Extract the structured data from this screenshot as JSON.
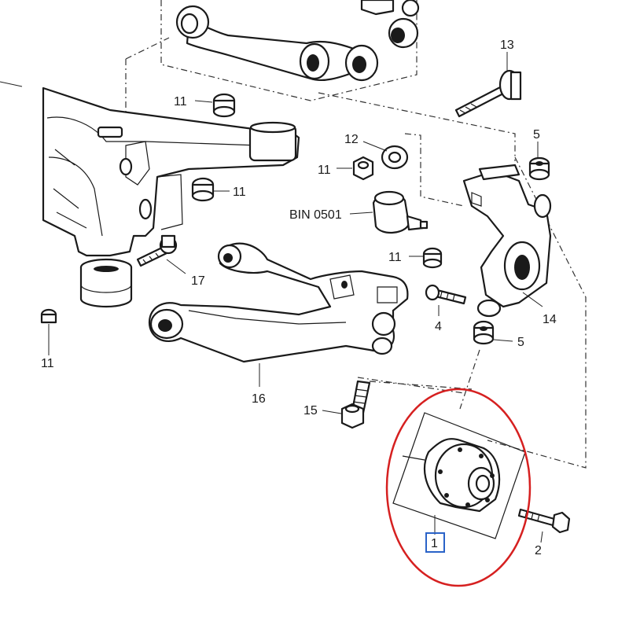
{
  "labels": {
    "p1": "1",
    "p2": "2",
    "p4": "4",
    "p5a": "5",
    "p5b": "5",
    "p11a": "11",
    "p11b": "11",
    "p11c": "11",
    "p11d": "11",
    "p11e": "11",
    "p12": "12",
    "p13": "13",
    "p14": "14",
    "p15": "15",
    "p16": "16",
    "p17": "17",
    "bin": "BIN 0501"
  },
  "colors": {
    "highlight_ellipse": "#d62020",
    "highlight_box": "#2a63c8",
    "line": "#1a1a1a"
  }
}
